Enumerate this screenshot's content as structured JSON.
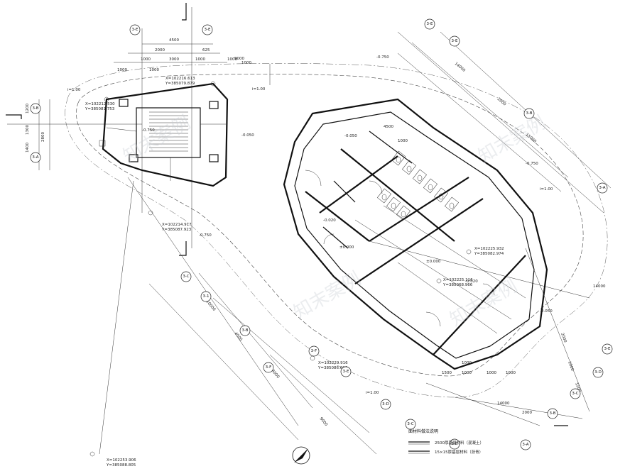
{
  "drawing": {
    "dimensions_top": [
      "4500",
      "2000",
      "1000",
      "3000",
      "1000",
      "1000",
      "1000",
      "625",
      "1000",
      "1000"
    ],
    "dimensions_left": [
      "1200",
      "1300",
      "1400",
      "2800"
    ],
    "dimensions_right": [
      "14000",
      "2000",
      "15000",
      "14000",
      "2000",
      "1000",
      "1500",
      "4500",
      "1000"
    ],
    "dimensions_bottom": [
      "1500",
      "1000",
      "1000",
      "1000",
      "1000",
      "14000",
      "2000"
    ],
    "dimensions_diag": [
      "9000",
      "10000",
      "4500",
      "14000",
      "9000"
    ],
    "elevations": [
      "-0.750",
      "-0.750",
      "-0.050",
      "±0.000",
      "-0.050",
      "-0.020",
      "-0.020",
      "±0.000",
      "-0.050",
      "-0.750",
      "-0.750"
    ],
    "slope_labels": [
      "i=1.00",
      "i=1.00",
      "i=1.00",
      "i=1.00"
    ],
    "coordinates": [
      {
        "label": "X=102212.530",
        "label2": "Y=385081.753"
      },
      {
        "label": "X=102216.613",
        "label2": "Y=385079.879"
      },
      {
        "label": "X=102214.917",
        "label2": "Y=385087.923"
      },
      {
        "label": "X=102225.932",
        "label2": "Y=385082.974"
      },
      {
        "label": "X=102225.116",
        "label2": "Y=385068.966"
      },
      {
        "label": "X=102229.916",
        "label2": "Y=385086.606"
      },
      {
        "label": "X=102253.906",
        "label2": "Y=385088.805"
      }
    ],
    "axis_labels": [
      "3-E",
      "3-E",
      "3-B",
      "3-A",
      "3-E",
      "3-E",
      "3-B",
      "3-A",
      "3-C",
      "3-1",
      "3-B",
      "3-F",
      "3-E",
      "3-D",
      "3-C",
      "3-B",
      "3-A",
      "3-B",
      "3-C",
      "3-D",
      "3-E",
      "3-F"
    ],
    "legend_title": "面材料做法说明",
    "legend_items": [
      "2500厚基层材料（混凝土）",
      "15×15厚基层材料（沥青）"
    ],
    "watermark": "知末案例"
  }
}
